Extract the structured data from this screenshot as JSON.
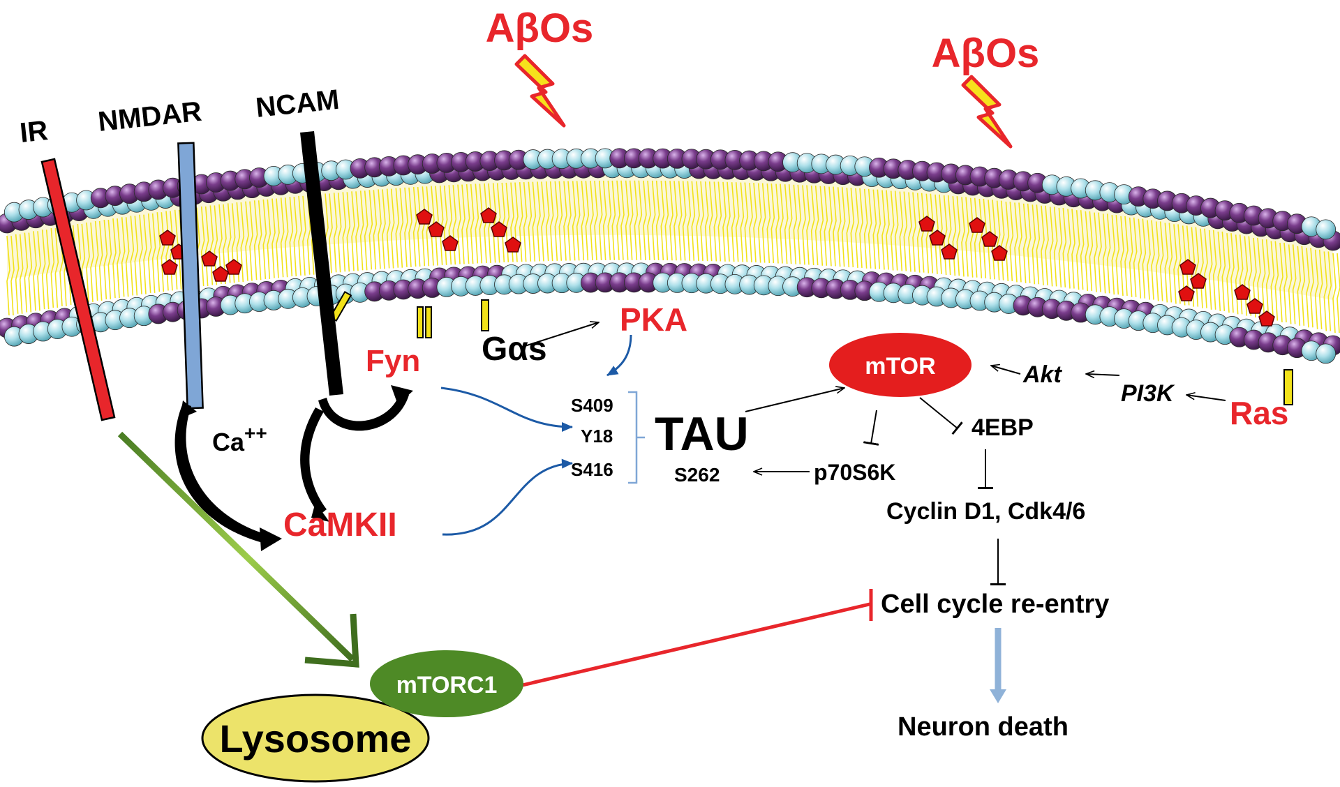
{
  "labels": {
    "abos_1": "AβOs",
    "abos_2": "AβOs",
    "ir": "IR",
    "nmdar": "NMDAR",
    "ncam": "NCAM",
    "fyn": "Fyn",
    "gas": "Gαs",
    "pka": "PKA",
    "ca_base": "Ca",
    "ca_sup": "++",
    "camkii": "CaMKII",
    "s409": "S409",
    "y18": "Y18",
    "s416": "S416",
    "tau": "TAU",
    "s262": "S262",
    "p70s6k": "p70S6K",
    "mtor": "mTOR",
    "ebp4": "4EBP",
    "akt": "Akt",
    "pi3k": "PI3K",
    "ras": "Ras",
    "cyclin": "Cyclin D1, Cdk4/6",
    "cell_cycle": "Cell cycle re-entry",
    "neuron_death": "Neuron death",
    "mtorc1": "mTORC1",
    "lysosome": "Lysosome"
  },
  "colors": {
    "red_label": "#e8262b",
    "ir_receptor": "#e8262b",
    "nmdar_receptor": "#7fa6d6",
    "ncam_receptor": "#000000",
    "lipid_head_outer": "#7a3d8c",
    "lipid_head_inner": "#aee0ea",
    "lipid_tail": "#f2e21a",
    "raft": "#e01010",
    "blue_arrow": "#1c5aa6",
    "green_arrow": "#5f8f2a",
    "mtorc1_fill": "#4e8a26",
    "lysosome_fill": "#ece36a",
    "mtor_fill": "#e41e1e",
    "death_arrow": "#8fb2d8"
  }
}
